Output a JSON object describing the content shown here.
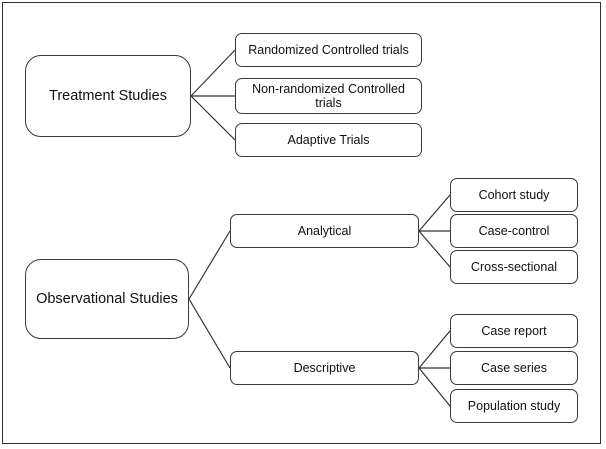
{
  "diagram": {
    "treatment": {
      "label": "Treatment Studies",
      "children": [
        "Randomized Controlled trials",
        "Non-randomized Controlled trials",
        "Adaptive Trials"
      ]
    },
    "observational": {
      "label": "Observational Studies",
      "analytical": {
        "label": "Analytical",
        "children": [
          "Cohort study",
          "Case-control",
          "Cross-sectional"
        ]
      },
      "descriptive": {
        "label": "Descriptive",
        "children": [
          "Case report",
          "Case series",
          "Population study"
        ]
      }
    }
  }
}
